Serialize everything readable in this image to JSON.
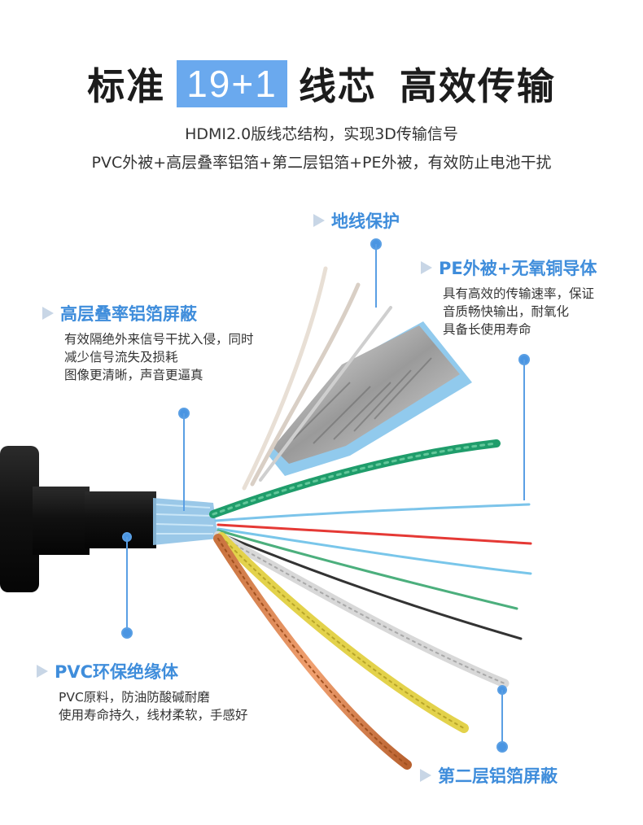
{
  "title": {
    "prefix": "标准",
    "highlight": "19+1",
    "middle": "线芯",
    "suffix": "高效传输"
  },
  "subtitle": {
    "line1": "HDMI2.0版线芯结构，实现3D传输信号",
    "line2": "PVC外被+高层叠率铝箔+第二层铝箔+PE外被，有效防止电池干扰"
  },
  "callouts": {
    "ground": {
      "title": "地线保护"
    },
    "pe": {
      "title": "PE外被+无氧铜导体",
      "desc": [
        "具有高效的传输速率，保证",
        "音质畅快输出，耐氧化",
        "具备长使用寿命"
      ]
    },
    "foil_high": {
      "title": "高层叠率铝箔屏蔽",
      "desc": [
        "有效隔绝外来信号干扰入侵，同时",
        "减少信号流失及损耗",
        "图像更清晰，声音更逼真"
      ]
    },
    "pvc": {
      "title": "PVC环保绝缘体",
      "desc": [
        "PVC原料，防油防酸碱耐磨",
        "使用寿命持久，线材柔软，手感好"
      ]
    },
    "foil_second": {
      "title": "第二层铝箔屏蔽"
    }
  },
  "colors": {
    "accent": "#3f8ddb",
    "title_highlight_bg": "#6aa9ee",
    "arrow": "#c8d6e6"
  }
}
